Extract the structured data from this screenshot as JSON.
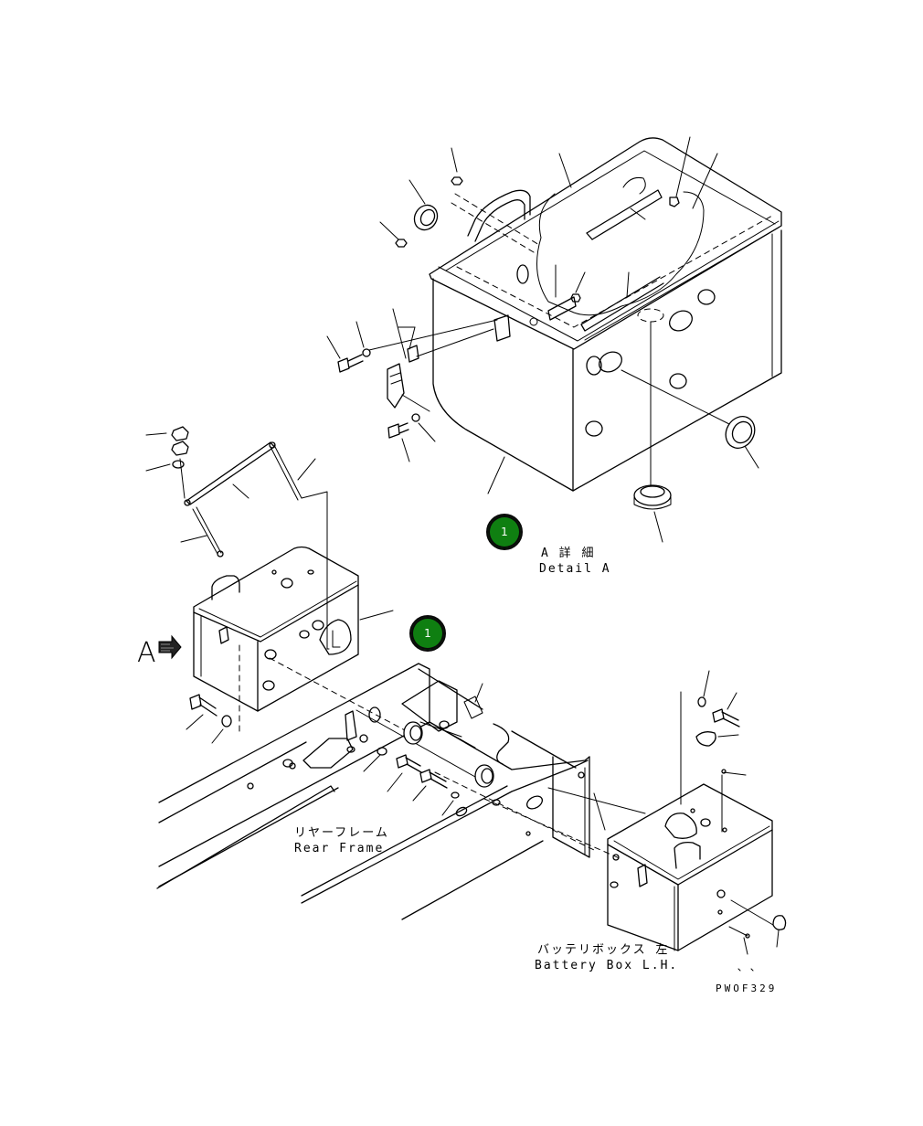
{
  "diagram": {
    "detail_label": {
      "jp": "A 詳 細",
      "en": "Detail A"
    },
    "view_marker": "A",
    "rear_frame_label": {
      "jp": "リヤーフレーム",
      "en": "Rear Frame"
    },
    "battery_box_label": {
      "jp": "バッテリボックス 左",
      "en": "Battery Box L.H."
    },
    "drawing_code": "PWOF329",
    "callouts": [
      {
        "id": "callout-1-detail",
        "number": "1"
      },
      {
        "id": "callout-1-main",
        "number": "1"
      }
    ],
    "colors": {
      "callout_fill": "#0f7f11",
      "line": "#000000",
      "background": "#ffffff"
    },
    "icons": [
      "view-arrow-icon"
    ]
  }
}
